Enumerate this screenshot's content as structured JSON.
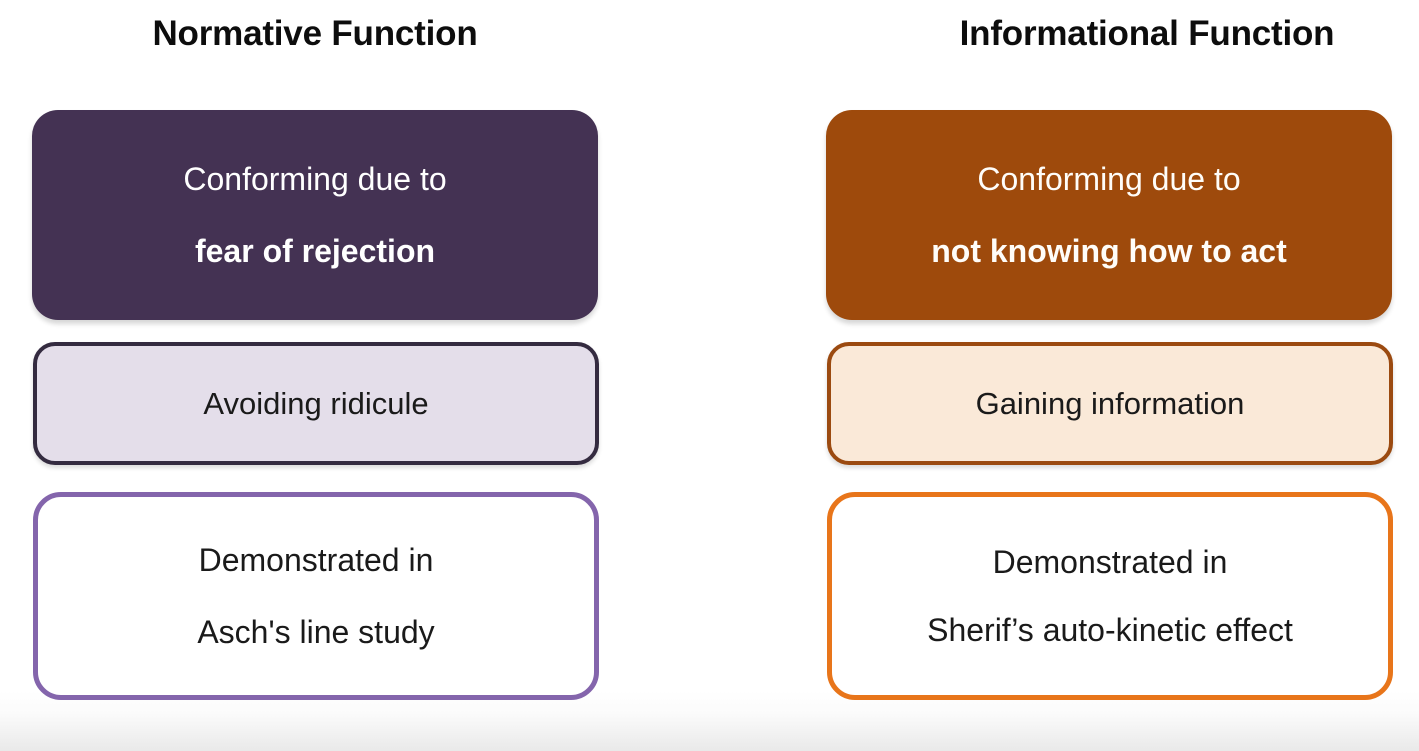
{
  "slide": {
    "background_color": "#ffffff",
    "columns": [
      {
        "id": "normative",
        "title": "Normative Function",
        "accent_color": "#443253",
        "cards": [
          {
            "id": "normative-header",
            "fill_color": "#443253",
            "text_color": "#ffffff",
            "line1": "Conforming due to",
            "line2": "fear of rejection"
          },
          {
            "id": "normative-detail",
            "fill_color": "#E4DEEA",
            "border_color": "#342B40",
            "text_color": "#1a1a1a",
            "line1": "Avoiding ridicule"
          },
          {
            "id": "normative-evidence",
            "fill_color": "#ffffff",
            "border_color": "#8465AC",
            "text_color": "#1a1a1a",
            "line1": "Demonstrated in",
            "line2": "Asch's line study"
          }
        ]
      },
      {
        "id": "informational",
        "title": "Informational Function",
        "accent_color": "#9E4A0C",
        "cards": [
          {
            "id": "informational-header",
            "fill_color": "#9E4A0C",
            "text_color": "#fffdf9",
            "line1": "Conforming due to",
            "line2": "not knowing how to act"
          },
          {
            "id": "informational-detail",
            "fill_color": "#FAE9D8",
            "border_color": "#9B4A10",
            "text_color": "#1a1a1a",
            "line1": "Gaining information"
          },
          {
            "id": "informational-evidence",
            "fill_color": "#ffffff",
            "border_color": "#E8751A",
            "text_color": "#1a1a1a",
            "line1": "Demonstrated in",
            "line2": "Sherif’s auto-kinetic effect"
          }
        ]
      }
    ]
  }
}
